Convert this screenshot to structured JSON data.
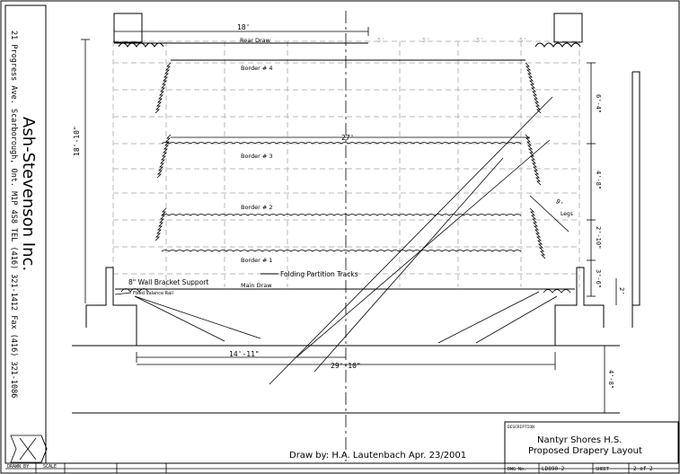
{
  "company": {
    "name": "Ash-Stevenson Inc.",
    "address": "21 Progress Ave. Scarborough, Ont. M1P 4S8 TEL (416) 321-1412 Fax (416) 321-1086"
  },
  "drawing": {
    "labels": {
      "rear_draw": "Rear Draw",
      "border4": "Border # 4",
      "border3": "Border # 3",
      "border2": "Border # 2",
      "border1": "Border # 1",
      "main_draw": "Main Draw",
      "folding": "Folding Partition Tracks",
      "wall_bracket": "8\" Wall Bracket Support",
      "fixed_valance": "Fixed Valance Rail",
      "legs": "Legs"
    },
    "dimensions": {
      "d18": "18'",
      "d27": "27'",
      "d5a": "5'",
      "d5b": "5'",
      "d5c": "5'",
      "d5d": "5'",
      "d18_10": "18'-10\"",
      "d6_4": "6'-4\"",
      "d4_8": "4'-8\"",
      "d2_10": "2'-10\"",
      "d3_6": "3'-6\"",
      "d2": "2'",
      "d14_11": "14'-11\"",
      "d29_10": "29'-10\"",
      "d4_8b": "4'-8\"",
      "d9": "9'"
    }
  },
  "drawn_by": "Draw by: H.A. Lautenbach Apr. 23/2001",
  "title_block": {
    "description_label": "DESCRIPTION",
    "line1": "Nantyr Shores H.S.",
    "line2": "Proposed Drapery Layout",
    "drawn_label": "DRAWN BY",
    "scale_label": "SCALE",
    "dwg_label": "DWG No.",
    "dwg_no": "LD890-2",
    "sheet_label": "SHEET",
    "sheet_of": "2 of 2"
  }
}
